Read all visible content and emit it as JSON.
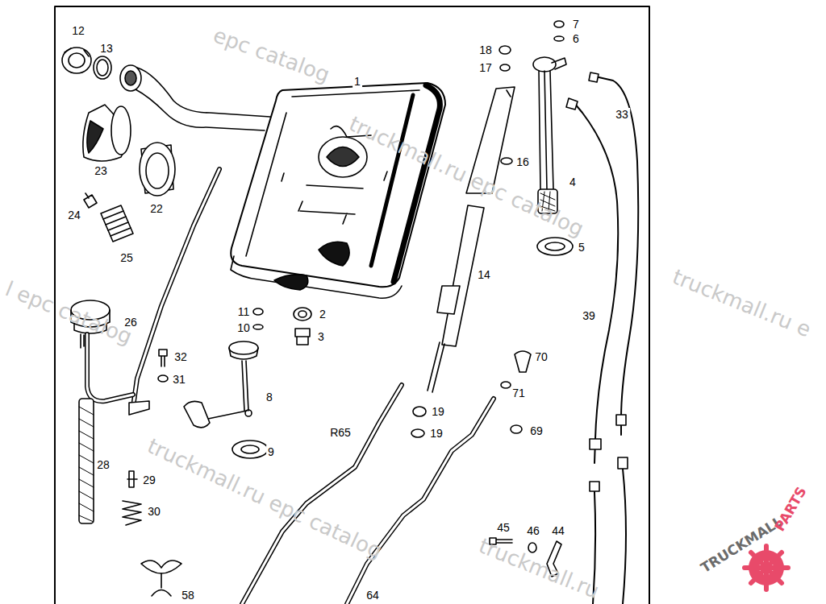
{
  "diagram": {
    "labels": [
      "12",
      "13",
      "1",
      "18",
      "7",
      "6",
      "17",
      "33",
      "16",
      "4",
      "23",
      "22",
      "24",
      "25",
      "5",
      "14",
      "39",
      "11",
      "2",
      "10",
      "3",
      "26",
      "32",
      "31",
      "8",
      "70",
      "71",
      "19",
      "19",
      "69",
      "R65",
      "9",
      "28",
      "29",
      "30",
      "45",
      "46",
      "44",
      "58",
      "64",
      "epc catalog",
      "truckmall.ru epc catalog",
      "truckmall.ru e",
      "l epc catalog",
      "truckmall.ru epc catalog",
      "truckmall.ru",
      "TRUCKMALL",
      "PARTS"
    ]
  }
}
